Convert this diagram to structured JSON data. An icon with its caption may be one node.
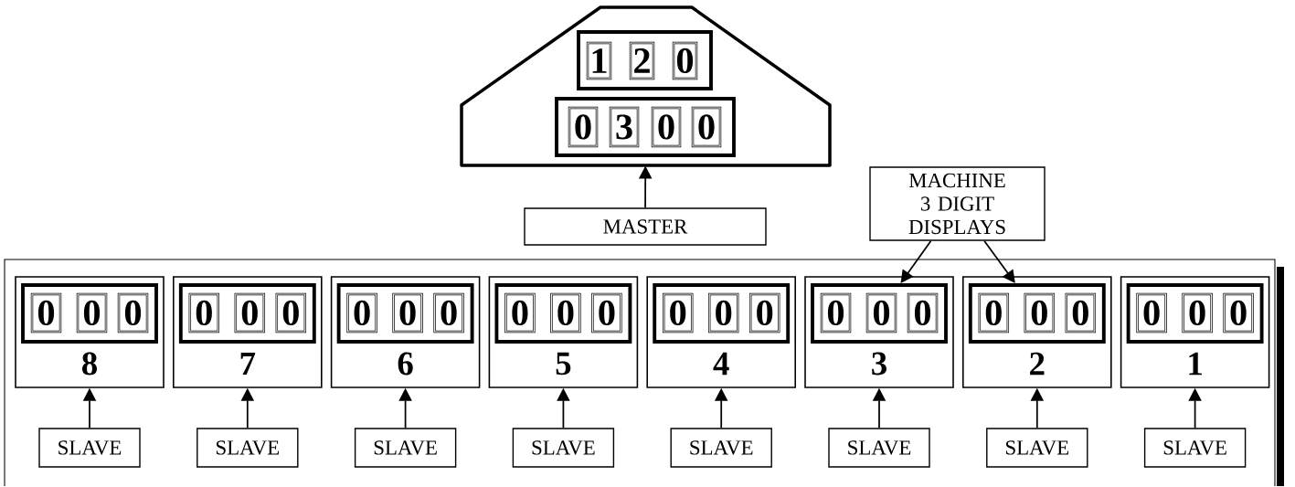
{
  "diagram": {
    "nodes": [
      {
        "text": [],
        "shape": "pentagon"
      },
      {
        "text": [],
        "shape": "box",
        "in": 0
      },
      {
        "text": [
          "1"
        ],
        "in": 1
      },
      {
        "text": [
          "2"
        ],
        "in": 1
      },
      {
        "text": [
          "0"
        ],
        "in": 1
      },
      {
        "text": [],
        "shape": "box",
        "in": 0
      },
      {
        "text": [
          "0"
        ],
        "in": 5
      },
      {
        "text": [
          "3"
        ],
        "in": 5
      },
      {
        "text": [
          "0"
        ],
        "in": 5
      },
      {
        "text": [
          "0"
        ],
        "in": 5
      },
      {
        "text": [
          "MASTER"
        ]
      },
      {
        "text": [
          "MACHINE 3 DIGIT DISPLAYS"
        ]
      },
      {
        "text": [],
        "shape": "box"
      },
      {
        "text": [
          "8"
        ],
        "in": 12
      },
      {
        "text": [],
        "shape": "box",
        "in": 13
      },
      {
        "text": [
          "0"
        ],
        "in": 14
      },
      {
        "text": [
          "0"
        ],
        "in": 14
      },
      {
        "text": [
          "0"
        ],
        "in": 14
      },
      {
        "text": [
          "SLAVE"
        ],
        "in": 12
      },
      {
        "text": [
          "7"
        ],
        "in": 12
      },
      {
        "text": [],
        "shape": "box",
        "in": 19
      },
      {
        "text": [
          "0"
        ],
        "in": 20
      },
      {
        "text": [
          "0"
        ],
        "in": 20
      },
      {
        "text": [
          "0"
        ],
        "in": 20
      },
      {
        "text": [
          "SLAVE"
        ],
        "in": 12
      },
      {
        "text": [
          "6"
        ],
        "in": 12
      },
      {
        "text": [],
        "shape": "box",
        "in": 25
      },
      {
        "text": [
          "0"
        ],
        "in": 26
      },
      {
        "text": [
          "0"
        ],
        "in": 26
      },
      {
        "text": [
          "0"
        ],
        "in": 26
      },
      {
        "text": [
          "SLAVE"
        ],
        "in": 12
      },
      {
        "text": [
          "5"
        ],
        "in": 12
      },
      {
        "text": [],
        "shape": "box",
        "in": 31
      },
      {
        "text": [
          "0"
        ],
        "in": 32
      },
      {
        "text": [
          "0"
        ],
        "in": 32
      },
      {
        "text": [
          "0"
        ],
        "in": 32
      },
      {
        "text": [
          "SLAVE"
        ],
        "in": 12
      },
      {
        "text": [
          "4"
        ],
        "in": 12
      },
      {
        "text": [],
        "shape": "box",
        "in": 37
      },
      {
        "text": [
          "0"
        ],
        "in": 38
      },
      {
        "text": [
          "0"
        ],
        "in": 38
      },
      {
        "text": [
          "0"
        ],
        "in": 38
      },
      {
        "text": [
          "SLAVE"
        ],
        "in": 12
      },
      {
        "text": [
          "3"
        ],
        "in": 12
      },
      {
        "text": [],
        "shape": "box",
        "in": 43
      },
      {
        "text": [
          "0"
        ],
        "in": 44
      },
      {
        "text": [
          "0"
        ],
        "in": 44
      },
      {
        "text": [
          "0"
        ],
        "in": 44
      },
      {
        "text": [
          "SLAVE"
        ],
        "in": 12
      },
      {
        "text": [
          "2"
        ],
        "in": 12
      },
      {
        "text": [],
        "shape": "box",
        "in": 49
      },
      {
        "text": [
          "0"
        ],
        "in": 50
      },
      {
        "text": [
          "0"
        ],
        "in": 50
      },
      {
        "text": [
          "0"
        ],
        "in": 50
      },
      {
        "text": [
          "SLAVE"
        ],
        "in": 12
      },
      {
        "text": [
          "1"
        ],
        "in": 12
      },
      {
        "text": [],
        "shape": "box",
        "in": 55
      },
      {
        "text": [
          "0"
        ],
        "in": 56
      },
      {
        "text": [
          "0"
        ],
        "in": 56
      },
      {
        "text": [
          "0"
        ],
        "in": 56
      },
      {
        "text": [
          "SLAVE"
        ],
        "in": 12
      }
    ],
    "edges": [
      {
        "from": 10,
        "to": 0,
        "arrow": "to"
      },
      {
        "from": 11,
        "to": 44,
        "arrow": "to"
      },
      {
        "from": 11,
        "to": 50,
        "arrow": "to"
      },
      {
        "from": 18,
        "to": 13,
        "arrow": "to"
      },
      {
        "from": 24,
        "to": 19,
        "arrow": "to"
      },
      {
        "from": 30,
        "to": 25,
        "arrow": "to"
      },
      {
        "from": 36,
        "to": 31,
        "arrow": "to"
      },
      {
        "from": 42,
        "to": 37,
        "arrow": "to"
      },
      {
        "from": 48,
        "to": 43,
        "arrow": "to"
      },
      {
        "from": 54,
        "to": 49,
        "arrow": "to"
      },
      {
        "from": 60,
        "to": 55,
        "arrow": "to"
      }
    ]
  }
}
